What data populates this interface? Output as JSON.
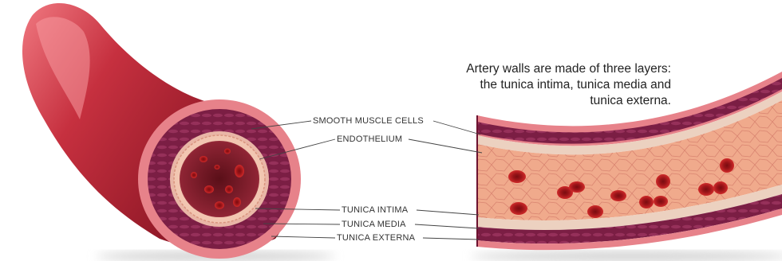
{
  "caption": "Artery walls are made of three layers: the tunica intima, tunica media and tunica externa.",
  "labels": {
    "smooth_muscle": "SMOOTH MUSCLE CELLS",
    "endothelium": "ENDOTHELIUM",
    "tunica_intima": "TUNICA INTIMA",
    "tunica_media": "TUNICA MEDIA",
    "tunica_externa": "TUNICA EXTERNA"
  },
  "colors": {
    "vessel_dark": "#8e1424",
    "vessel_mid": "#c6303f",
    "vessel_light": "#e86a72",
    "tunica_externa": "#e7828a",
    "tunica_media": "#7b1e44",
    "tunica_intima": "#e9b6a6",
    "lumen": "#f1a588",
    "blood_cell": "#b81a1e"
  }
}
